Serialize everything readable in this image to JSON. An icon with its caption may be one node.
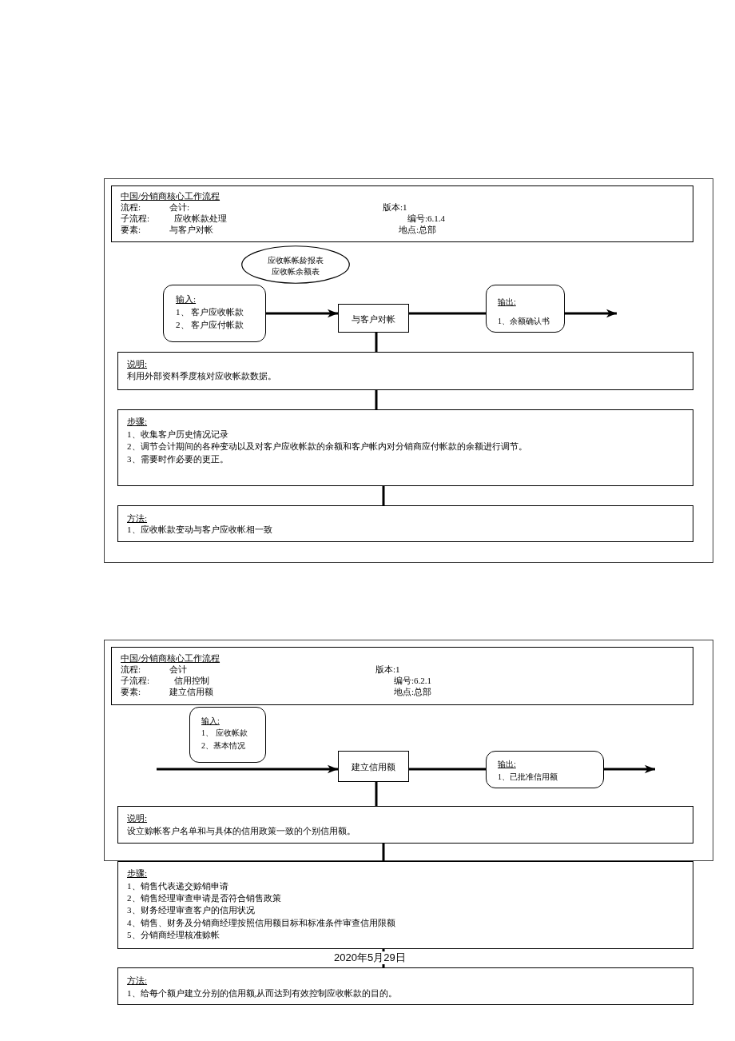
{
  "diagram": {
    "nodes": [
      {
        "text": [],
        "shape": "box"
      },
      {
        "text": [
          "中国/分销商核心工作流程",
          "流程:",
          "会计:",
          "版本:1",
          "子流程:",
          "应收帐款处理",
          "编号:6.1.4",
          "要素:",
          "与客户对帐",
          "地点:总部"
        ],
        "in": 0
      },
      {
        "text": [
          "应收帐帐龄报表",
          "应收帐余额表"
        ],
        "in": 0
      },
      {
        "text": [
          "输入:",
          "1、 客户应收帐款",
          "2、 客户应付帐款"
        ],
        "in": 0
      },
      {
        "text": [
          "与客户对帐"
        ],
        "in": 0
      },
      {
        "text": [
          "输出:",
          "1、余额确认书"
        ],
        "in": 0
      },
      {
        "text": [
          "说明:",
          "利用外部资料季度核对应收帐款数据。"
        ],
        "in": 0
      },
      {
        "text": [
          "步骤:",
          "1、收集客户历史情况记录",
          "2、调节会计期间的各种变动以及对客户应收帐款的余额和客户帐内对分销商应付帐款的余额进行调节。",
          "3、需要时作必要的更正。"
        ],
        "in": 0
      },
      {
        "text": [
          "方法:",
          "1、应收帐款变动与客户应收帐相一致"
        ],
        "in": 0
      },
      {
        "text": [],
        "shape": "box"
      },
      {
        "text": [
          "中国/分销商核心工作流程",
          "流程:",
          "会计",
          "版本:1",
          "子流程:",
          "信用控制",
          "编号:6.2.1",
          "要素:",
          "建立信用额",
          "地点:总部"
        ],
        "in": 9
      },
      {
        "text": [
          "输入:",
          "1、 应收帐款",
          "2、基本情况"
        ],
        "in": 9
      },
      {
        "text": [
          "建立信用额"
        ],
        "in": 9
      },
      {
        "text": [
          "输出:",
          "1、已批准信用额"
        ],
        "in": 9
      },
      {
        "text": [
          "说明:",
          "设立赊帐客户名单和与具体的信用政策一致的个别信用额。"
        ],
        "in": 9
      },
      {
        "text": [
          "步骤:",
          "1、销售代表递交赊销申请",
          "2、销售经理审查申请是否符合销售政策",
          "3、财务经理审查客户的信用状况",
          "4、销售、财务及分销商经理按照信用额目标和标准条件审查信用限额",
          "5、分销商经理核准赊帐"
        ]
      },
      {
        "text": [
          "方法:",
          "1、给每个额户建立分别的信用额,从而达到有效控制应收帐款的目的。"
        ]
      }
    ],
    "edges": [
      {
        "from": 3,
        "to": 4,
        "arrow": "to"
      },
      {
        "from": 4,
        "to": 5,
        "arrow": "none"
      },
      {
        "from": 5,
        "to": null,
        "arrow": "to"
      },
      {
        "from": 4,
        "to": 6,
        "arrow": "none"
      },
      {
        "from": 6,
        "to": 7,
        "arrow": "none"
      },
      {
        "from": 7,
        "to": 8,
        "arrow": "none"
      },
      {
        "from": null,
        "to": 12,
        "arrow": "to"
      },
      {
        "from": 12,
        "to": 13,
        "arrow": "none"
      },
      {
        "from": 13,
        "to": null,
        "arrow": "to"
      },
      {
        "from": 12,
        "to": 14,
        "arrow": "none"
      },
      {
        "from": 14,
        "to": 15,
        "arrow": "none"
      },
      {
        "from": 15,
        "to": 16,
        "arrow": "none"
      }
    ],
    "labels": [
      "2020年5月29日"
    ]
  }
}
